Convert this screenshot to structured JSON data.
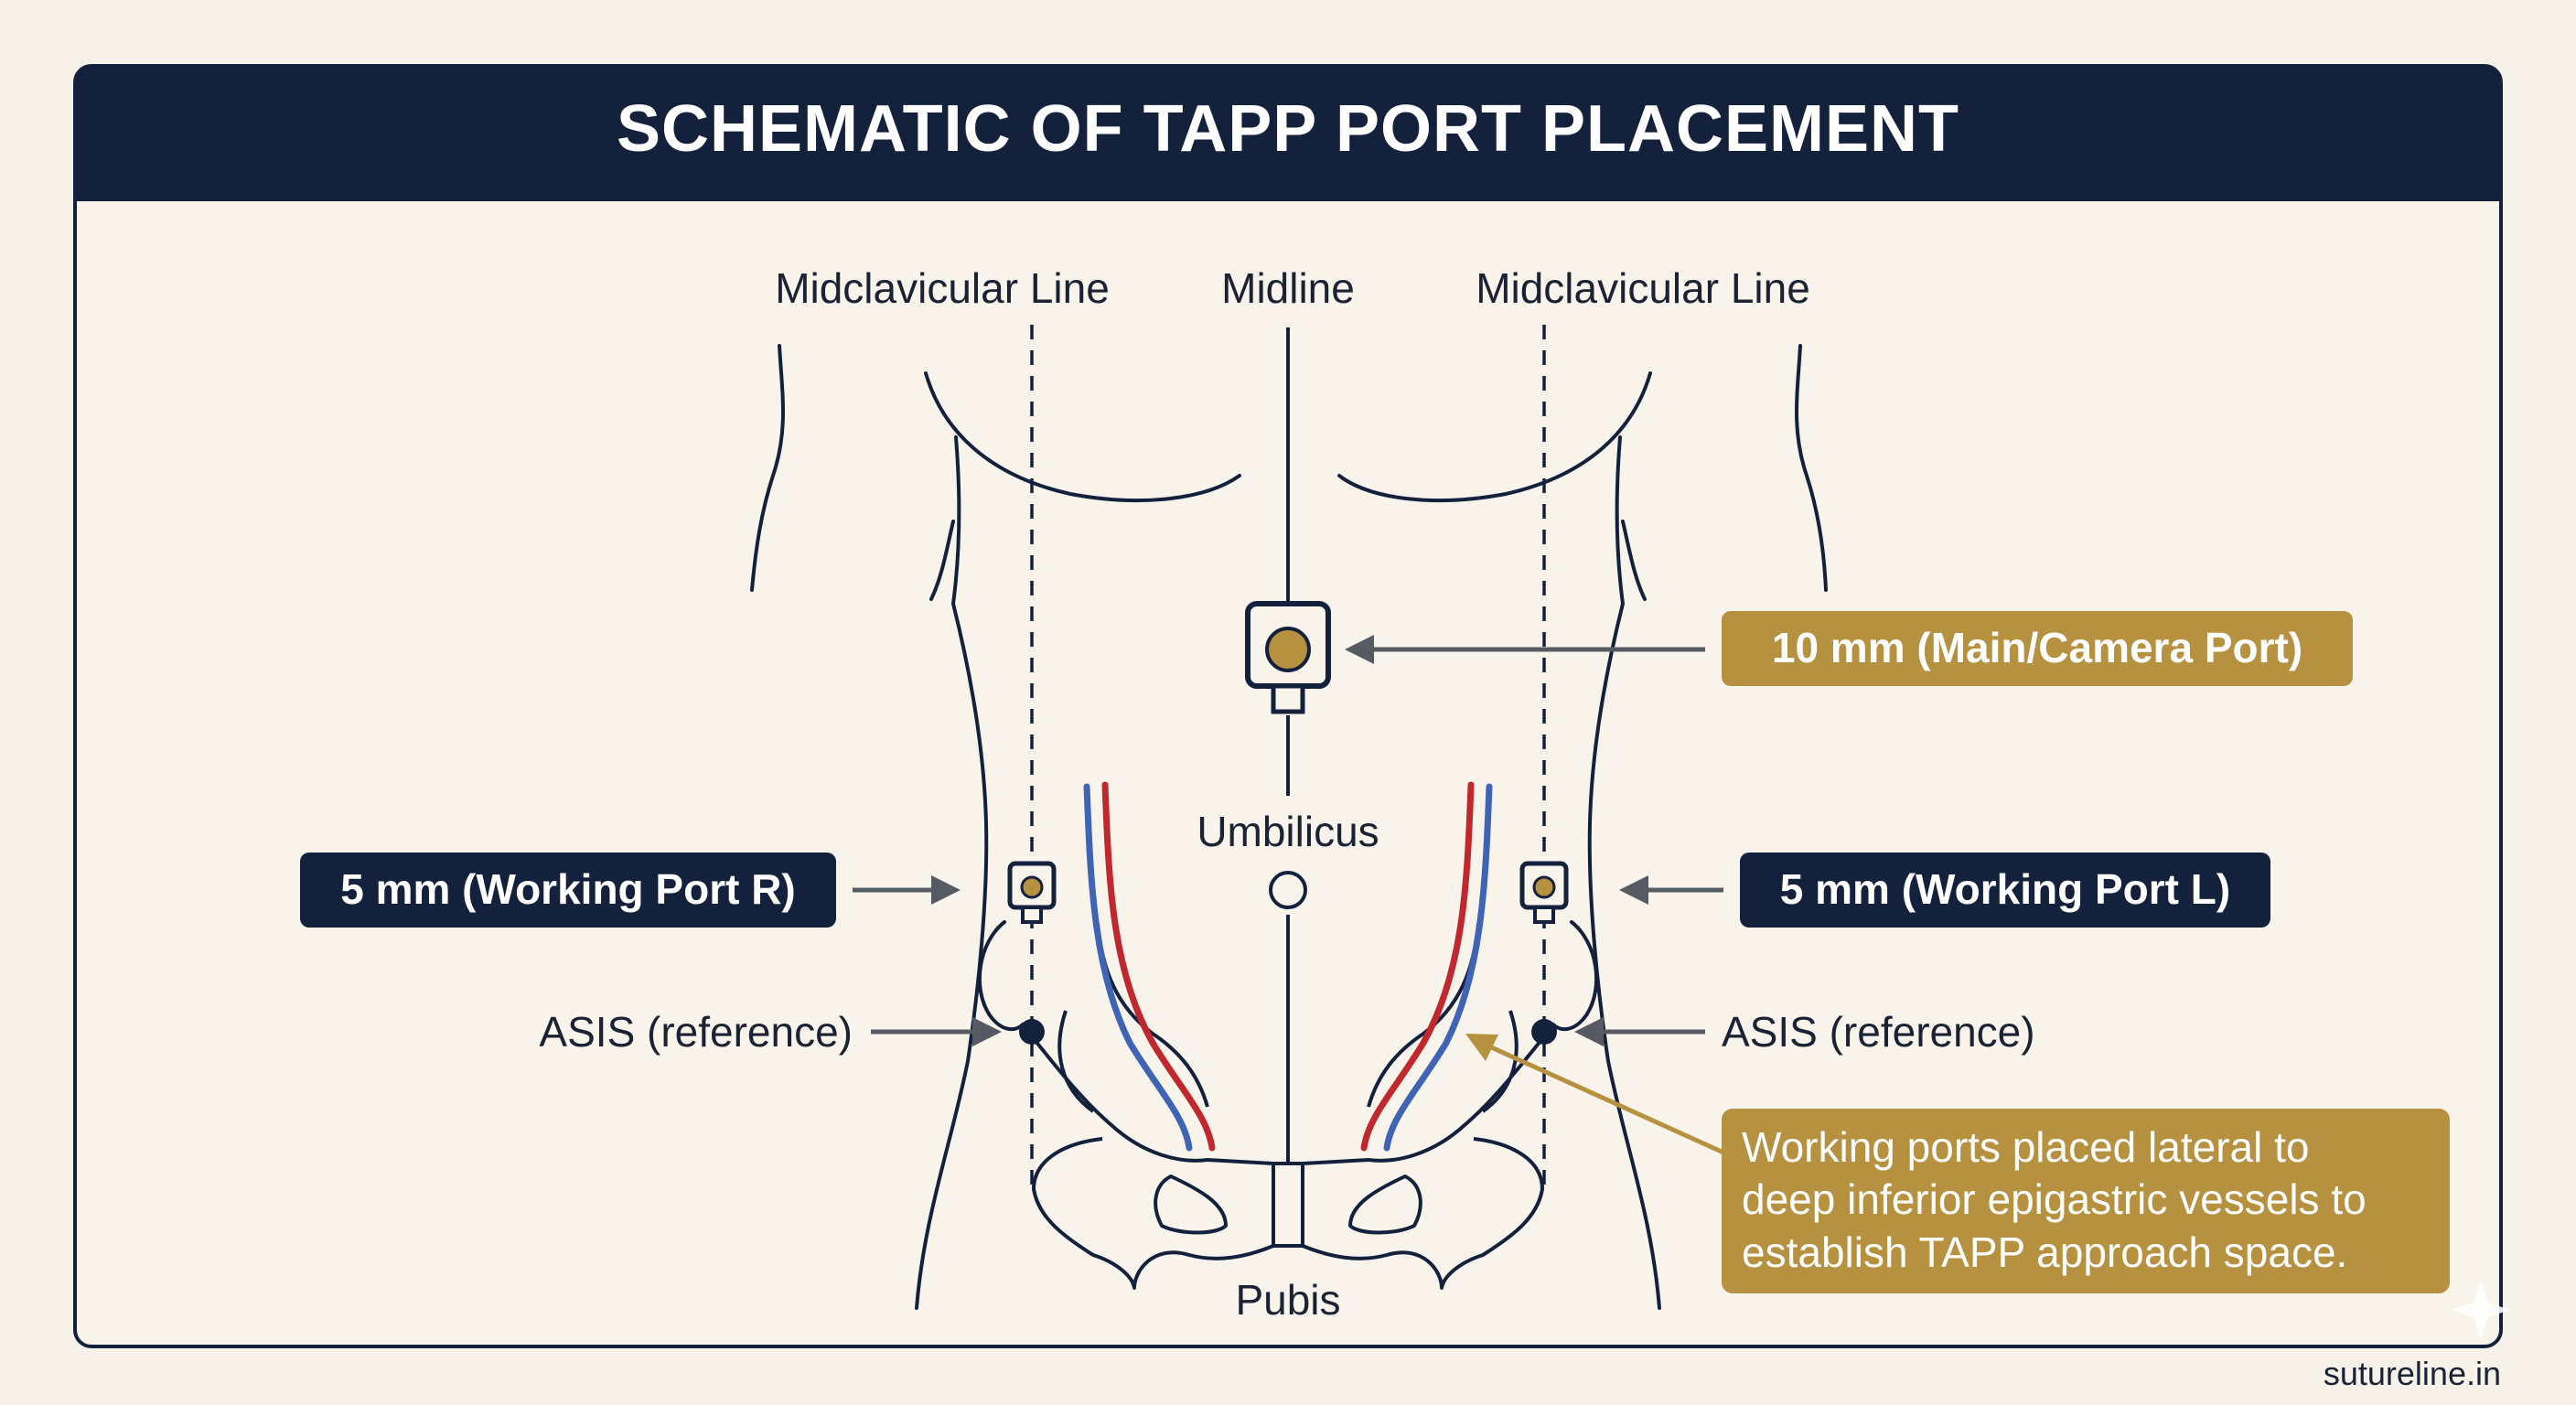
{
  "title": "SCHEMATIC OF TAPP PORT PLACEMENT",
  "reference_lines": {
    "midclavicular_right": "Midclavicular Line",
    "midline": "Midline",
    "midclavicular_left": "Midclavicular Line"
  },
  "landmarks": {
    "umbilicus": "Umbilicus",
    "pubis": "Pubis",
    "asis_right": "ASIS (reference)",
    "asis_left": "ASIS (reference)"
  },
  "ports": {
    "camera": "10 mm (Main/Camera Port)",
    "working_right": "5 mm (Working Port R)",
    "working_left": "5 mm (Working Port L)"
  },
  "note": {
    "lines": [
      "Working ports placed lateral to",
      "deep inferior epigastric vessels to",
      "establish TAPP approach space."
    ]
  },
  "watermark": "sutureline.in",
  "colors": {
    "navy": "#14213d",
    "gold": "#b6913f",
    "background": "#f6f2e9",
    "artery": "#c0282d",
    "vein": "#3f63b5"
  }
}
